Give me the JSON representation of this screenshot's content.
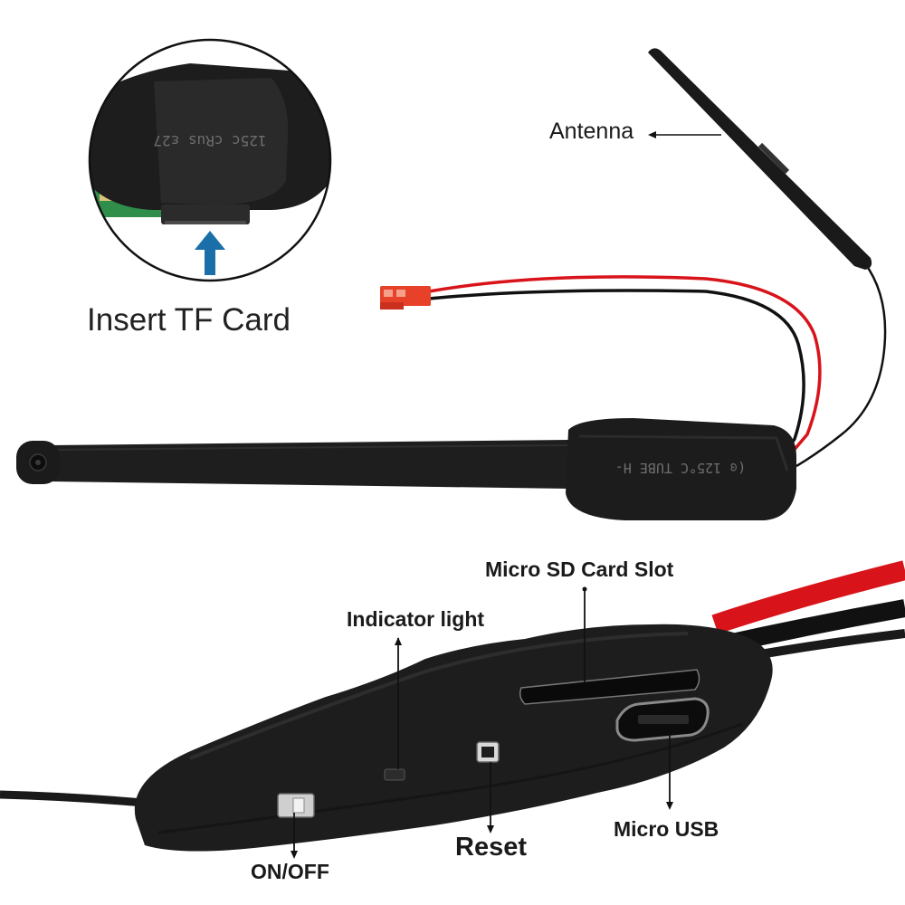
{
  "labels": {
    "insert_tf_card": "Insert TF Card",
    "antenna": "Antenna",
    "micro_sd_card_slot": "Micro SD Card Slot",
    "indicator_light": "Indicator light",
    "micro_usb": "Micro USB",
    "reset": "Reset",
    "on_off": "ON/OFF"
  },
  "printed_markings": {
    "zoom_inset": "125c  cRus  ε27",
    "module_heatshrink": "(ɞ  125°C  TUBE  H-"
  },
  "colors": {
    "module_black": "#1c1c1c",
    "wire_red": "#d8141a",
    "jst_connector": "#e8412a",
    "arrow_blue": "#1b6fa8",
    "pcb_green": "#3a9a54"
  }
}
